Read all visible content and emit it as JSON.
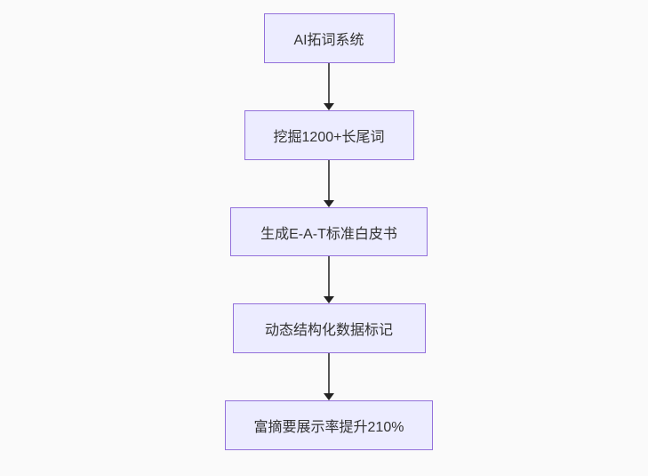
{
  "flowchart": {
    "type": "flowchart",
    "direction": "top-down",
    "nodes": [
      {
        "id": "n1",
        "label": "AI拓词系统"
      },
      {
        "id": "n2",
        "label": "挖掘1200+长尾词"
      },
      {
        "id": "n3",
        "label": "生成E-A-T标准白皮书"
      },
      {
        "id": "n4",
        "label": "动态结构化数据标记"
      },
      {
        "id": "n5",
        "label": "富摘要展示率提升210%"
      }
    ],
    "edges": [
      {
        "from": "n1",
        "to": "n2"
      },
      {
        "from": "n2",
        "to": "n3"
      },
      {
        "from": "n3",
        "to": "n4"
      },
      {
        "from": "n4",
        "to": "n5"
      }
    ],
    "colors": {
      "background": "#fafafa",
      "node_fill": "#ECECFF",
      "node_border": "#9370DB",
      "text": "#333333",
      "arrow": "#333333"
    }
  }
}
